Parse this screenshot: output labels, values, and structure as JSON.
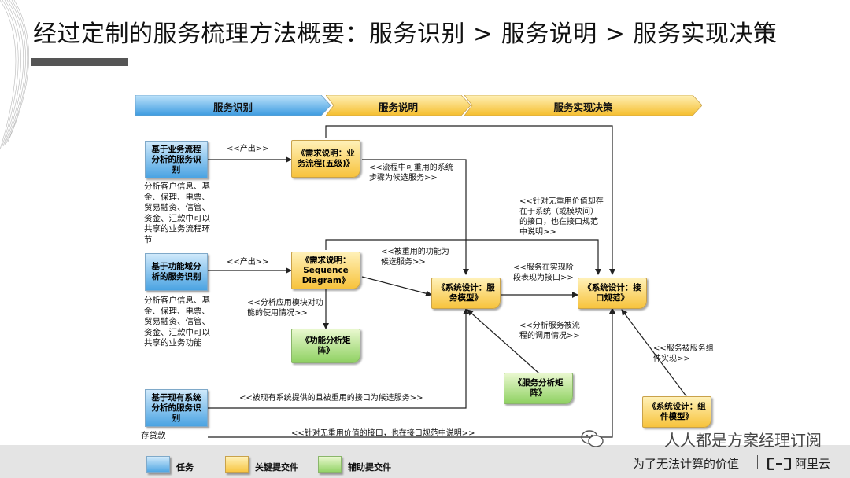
{
  "title": "经过定制的服务梳理方法概要：服务识别 > 服务说明 > 服务实现决策",
  "phases": [
    "服务识别",
    "服务说明",
    "服务实现决策"
  ],
  "boxes": {
    "b1": "基于业务流程分析的服务识别",
    "b2": "基于功能域分析的服务识别",
    "b3": "基于现有系统分析的服务识别",
    "y1": "《需求说明：业务流程(五级)》",
    "y2": "《需求说明：Sequence Diagram》",
    "y3": "《系统设计：服务模型》",
    "y4": "《系统设计：接口规范》",
    "y5": "《系统设计：组件模型》",
    "g1": "《功能分析矩阵》",
    "g2": "《服务分析矩阵》"
  },
  "descriptions": {
    "d1": "分析客户信息、基金、保理、电票、贸易融资、信管、资金、汇款中可以共享的业务流程环节",
    "d2": "分析客户信息、基金、保理、电票、贸易融资、信管、资金、汇款中可以共享的业务功能",
    "d3": "存贷款"
  },
  "labels": {
    "l1": "<<产出>>",
    "l2": "<<产出>>",
    "l3": "<<流程中可重用的系统步骤为候选服务>>",
    "l4": "<<针对无重用价值却存在于系统（或模块间）的接口，也在接口规范中说明>>",
    "l5": "<<被重用的功能为候选服务>>",
    "l6": "<<服务在实现阶段表现为接口>>",
    "l7": "<<分析应用模块对功能的使用情况>>",
    "l8": "<<分析服务被流程的调用情况>>",
    "l9": "<<服务被服务组件实现>>",
    "l10": "<<被现有系统提供的且被重用的接口为候选服务>>",
    "l11": "<<针对无重用价值的接口，也在接口规范中说明>>"
  },
  "legend": [
    "任务",
    "关键提交件",
    "辅助提交件"
  ],
  "colors": {
    "task": "#4aa3e2",
    "key": "#f7c33c",
    "aux": "#8fd162",
    "phase_blue": "#3d9be0",
    "phase_yellow": "#f5be2e"
  },
  "watermark": "人人都是方案经理订阅",
  "footer": {
    "slogan": "为了无法计算的价值",
    "brand": "阿里云"
  },
  "icons": [
    "wechat-icon",
    "alibaba-cloud-logo-icon"
  ]
}
